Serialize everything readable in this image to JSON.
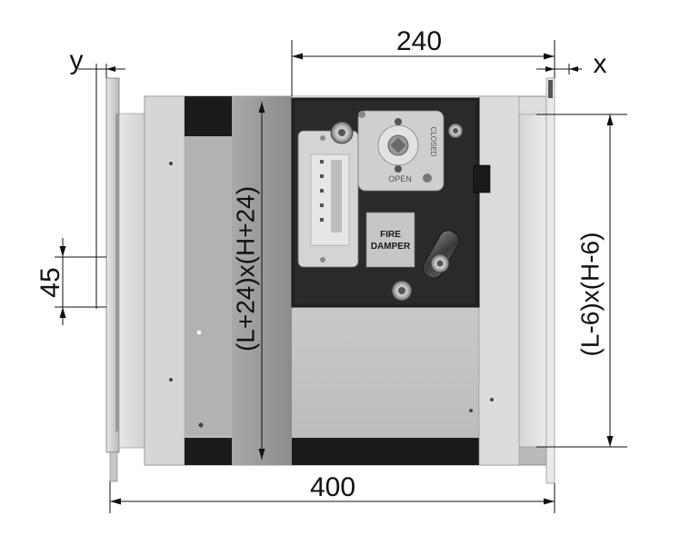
{
  "dimensions": {
    "top_width": "240",
    "bottom_width": "400",
    "left_offset": "y",
    "right_offset": "x",
    "inner_height": "(L+24)x(H+24)",
    "right_height": "(L-6)x(H-6)",
    "flange_gap": "45"
  },
  "label_panel": {
    "line1": "FIRE",
    "line2": "DAMPER"
  },
  "actuator": {
    "open_label": "OPEN",
    "closed_label": "CLOSED"
  },
  "colors": {
    "dim_line": "#111111",
    "panel_black": "#1f1f1f",
    "frame_grey": "#d8d8d8",
    "inner_grey": "#c4c4c4",
    "label_bg": "#c9c9c9"
  }
}
